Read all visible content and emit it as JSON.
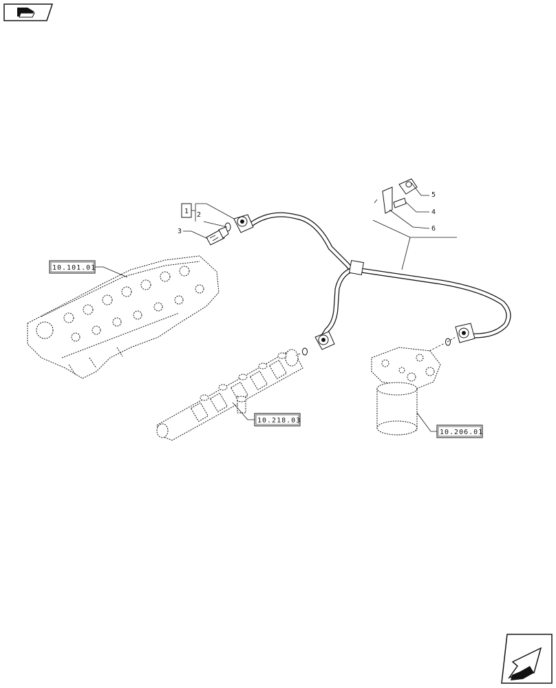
{
  "callouts": {
    "item1": "1",
    "item2": "2",
    "item3": "3",
    "item4": "4",
    "item5": "5",
    "item6": "6"
  },
  "references": {
    "engine": "10.101.01",
    "rail": "10.218.03",
    "filter": "10.206.01"
  },
  "icons": {
    "top_left": "nav-back-icon",
    "bottom_right": "next-page-arrow-icon"
  }
}
